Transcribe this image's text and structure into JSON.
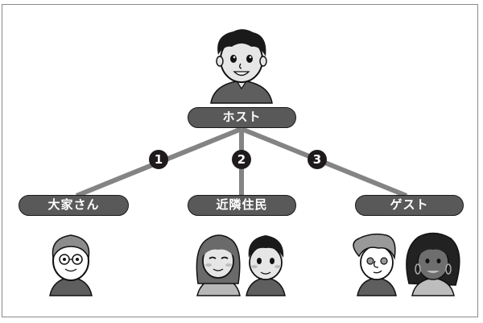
{
  "diagram": {
    "root": {
      "label": "ホスト",
      "figure": "host-person"
    },
    "branches": [
      {
        "number": "1",
        "label": "大家さん",
        "figures": [
          "landlord-elderly-man"
        ]
      },
      {
        "number": "2",
        "label": "近隣住民",
        "figures": [
          "neighbor-woman",
          "neighbor-man"
        ]
      },
      {
        "number": "3",
        "label": "ゲスト",
        "figures": [
          "guest-man",
          "guest-woman"
        ]
      }
    ],
    "colors": {
      "connector": "#848484",
      "pill_fill": "#595959",
      "badge_fill": "#1f1b1c",
      "skin_light": "#e6e6e6",
      "shirt_dark": "#5e5e5e"
    }
  }
}
